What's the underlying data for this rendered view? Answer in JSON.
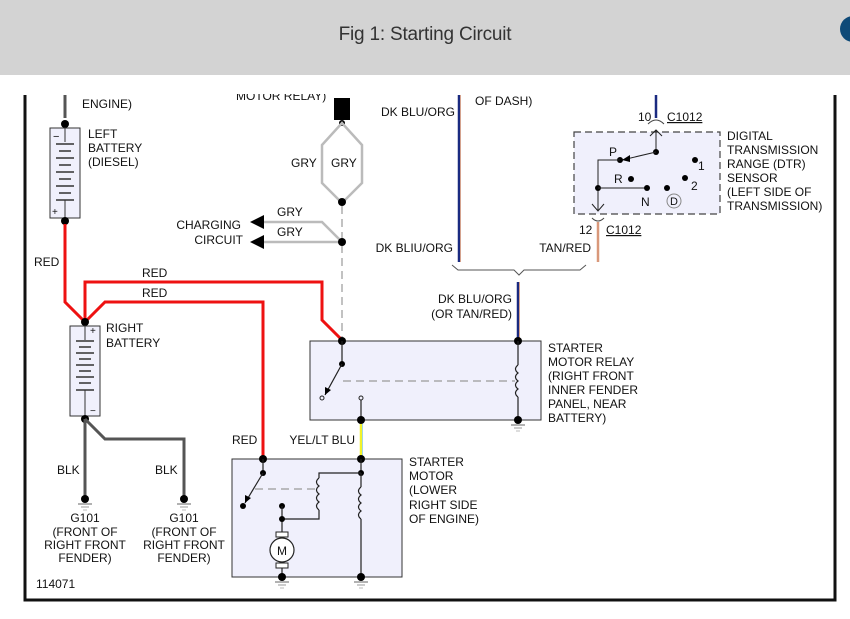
{
  "header": {
    "title": "Fig 1: Starting Circuit",
    "badge_icon": "circle-badge-icon"
  },
  "diagram": {
    "figure_id": "114071",
    "colors": {
      "red_wire": "#ee1111",
      "gray_wire": "#bbbbbb",
      "blk_wire": "#555555",
      "dk_blu_org": "#1a2a80",
      "tan_red": "#d9987a",
      "yel_lt_blu": "#f2f22a",
      "component_fill": "#f0f0fc"
    },
    "top_cut_labels": {
      "left": "ENGINE)",
      "middle": "MOTOR RELAY)",
      "right": "OF DASH)"
    },
    "left_battery": {
      "lines": [
        "LEFT",
        "BATTERY",
        "(DIESEL)"
      ],
      "minus": "−",
      "plus": "+"
    },
    "right_battery": {
      "lines": [
        "RIGHT",
        "BATTERY"
      ],
      "minus": "−",
      "plus": "+"
    },
    "wires": {
      "red_left": "RED",
      "red_upper": "RED",
      "red_lower": "RED",
      "red_starter": "RED",
      "gry_left": "GRY",
      "gry_right": "GRY",
      "gry_top": "GRY",
      "gry_bottom": "GRY",
      "dk_blu_org_top": "DK BLU/ORG",
      "dk_blu_org_bottom": "DK BLIU/ORG",
      "tan_red": "TAN/RED",
      "relay_feed_line1": "DK BLU/ORG",
      "relay_feed_line2": "(OR TAN/RED)",
      "yel_lt_blu": "YEL/LT BLU",
      "blk_left": "BLK",
      "blk_right": "BLK"
    },
    "charging_circuit": [
      "CHARGING",
      "CIRCUIT"
    ],
    "connectors": {
      "top": {
        "pin": "10",
        "id": "C1012"
      },
      "bottom": {
        "pin": "12",
        "id": "C1012"
      }
    },
    "dtr_sensor": {
      "lines": [
        "DIGITAL",
        "TRANSMISSION",
        "RANGE (DTR)",
        "SENSOR",
        "(LEFT SIDE OF",
        "TRANSMISSION)"
      ],
      "positions": {
        "p": "P",
        "r": "R",
        "n": "N",
        "d": "D",
        "one": "1",
        "two": "2"
      }
    },
    "relay": {
      "lines": [
        "STARTER",
        "MOTOR RELAY",
        "(RIGHT FRONT",
        "INNER FENDER",
        "PANEL, NEAR",
        "BATTERY)"
      ]
    },
    "starter": {
      "lines": [
        "STARTER",
        "MOTOR",
        "(LOWER",
        "RIGHT SIDE",
        "OF ENGINE)"
      ],
      "motor_symbol": "M"
    },
    "grounds": [
      {
        "id": "G101",
        "lines": [
          "(FRONT OF",
          "RIGHT FRONT",
          "FENDER)"
        ]
      },
      {
        "id": "G101",
        "lines": [
          "(FRONT OF",
          "RIGHT FRONT",
          "FENDER)"
        ]
      }
    ]
  }
}
